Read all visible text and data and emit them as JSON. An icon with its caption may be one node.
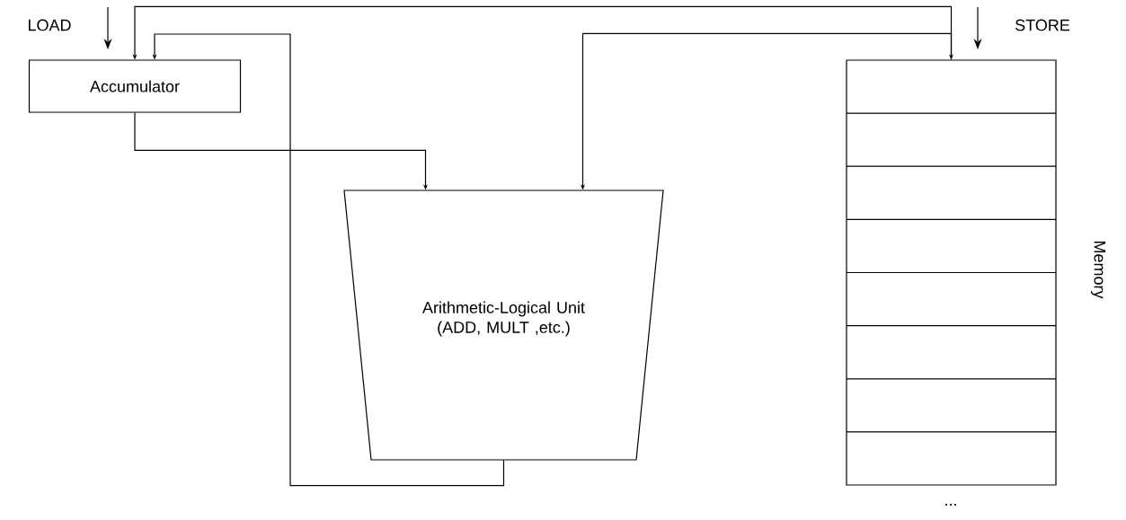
{
  "diagram": {
    "nodes": [
      {
        "text": [
          "Accumulator"
        ]
      },
      {
        "text": [
          "Arithmetic-Logical Unit (ADD, MULT ,etc.)"
        ]
      },
      {
        "text": [
          "Memory"
        ]
      }
    ],
    "edges": [
      {
        "from": 0,
        "to": 2,
        "arrow": "both"
      },
      {
        "from": 2,
        "to": 1,
        "arrow": "to"
      },
      {
        "from": 0,
        "to": 1,
        "arrow": "to"
      },
      {
        "from": 1,
        "to": 0,
        "arrow": "to"
      }
    ],
    "labels": [
      "LOAD",
      "STORE",
      "..."
    ]
  }
}
